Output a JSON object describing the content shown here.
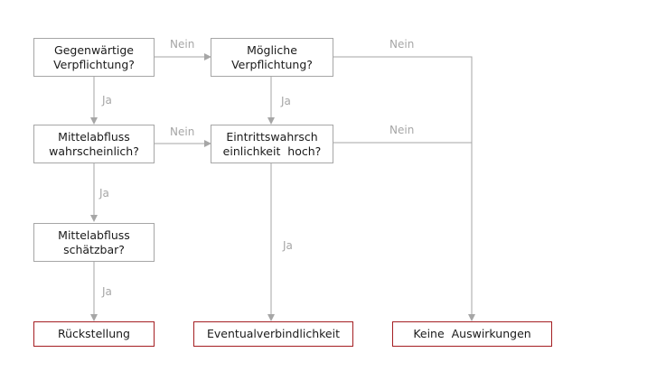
{
  "nodes": {
    "gegenwaertige": {
      "line1": "Gegenwärtige",
      "line2": "Verpflichtung?"
    },
    "moegliche": {
      "line1": "Mögliche",
      "line2": "Verpflichtung?"
    },
    "mittelabfluss_wahrscheinlich": {
      "line1": "Mittelabfluss",
      "line2": "wahrscheinlich?"
    },
    "eintrittswahrscheinlichkeit": {
      "line1": "Eintrittswahrsch",
      "line2": "einlichkeit  hoch?"
    },
    "mittelabfluss_schaetzbar": {
      "line1": "Mittelabfluss",
      "line2": "schätzbar?"
    },
    "rueckstellung": {
      "text": "Rückstellung"
    },
    "eventualverbindlichkeit": {
      "text": "Eventualverbindlichkeit"
    },
    "keine_auswirkungen": {
      "text": "Keine  Auswirkungen"
    }
  },
  "edge_labels": {
    "nein_1": "Nein",
    "nein_2": "Nein",
    "nein_3": "Nein",
    "nein_4": "Nein",
    "ja_1": "Ja",
    "ja_2": "Ja",
    "ja_3": "Ja",
    "ja_4": "Ja",
    "ja_5": "Ja"
  },
  "colors": {
    "box_border": "#a6a6a6",
    "result_border": "#a41e22",
    "connector": "#a6a6a6",
    "label": "#a6a6a6",
    "text": "#1a1a1a"
  }
}
